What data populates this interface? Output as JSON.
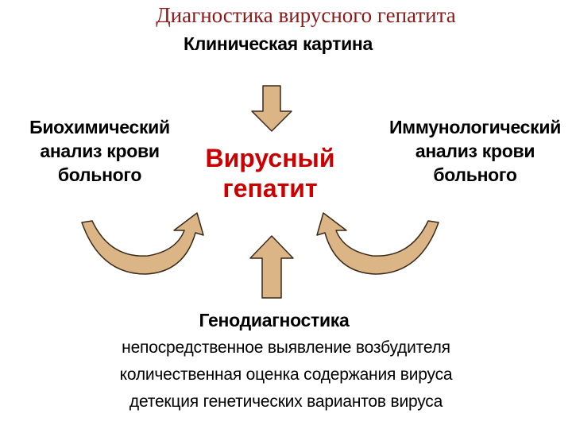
{
  "slide": {
    "title": "Диагностика вирусного гепатита",
    "top_label": "Клиническая картина",
    "left_block": [
      "Биохимический",
      "анализ крови",
      "больного"
    ],
    "right_block": [
      "Иммунологический",
      "анализ крови",
      "больного"
    ],
    "center_label": [
      "Вирусный",
      "гепатит"
    ],
    "bottom_title": "Генодиагностика",
    "bottom_items": [
      "непосредственное выявление возбудителя",
      "количественная оценка содержания вируса",
      "детекция генетических вариантов вируса"
    ]
  },
  "colors": {
    "title": "#8b1a1a",
    "center_label": "#cc0000",
    "arrow_fill": "#dcb586",
    "arrow_stroke": "#3a2a1a"
  }
}
